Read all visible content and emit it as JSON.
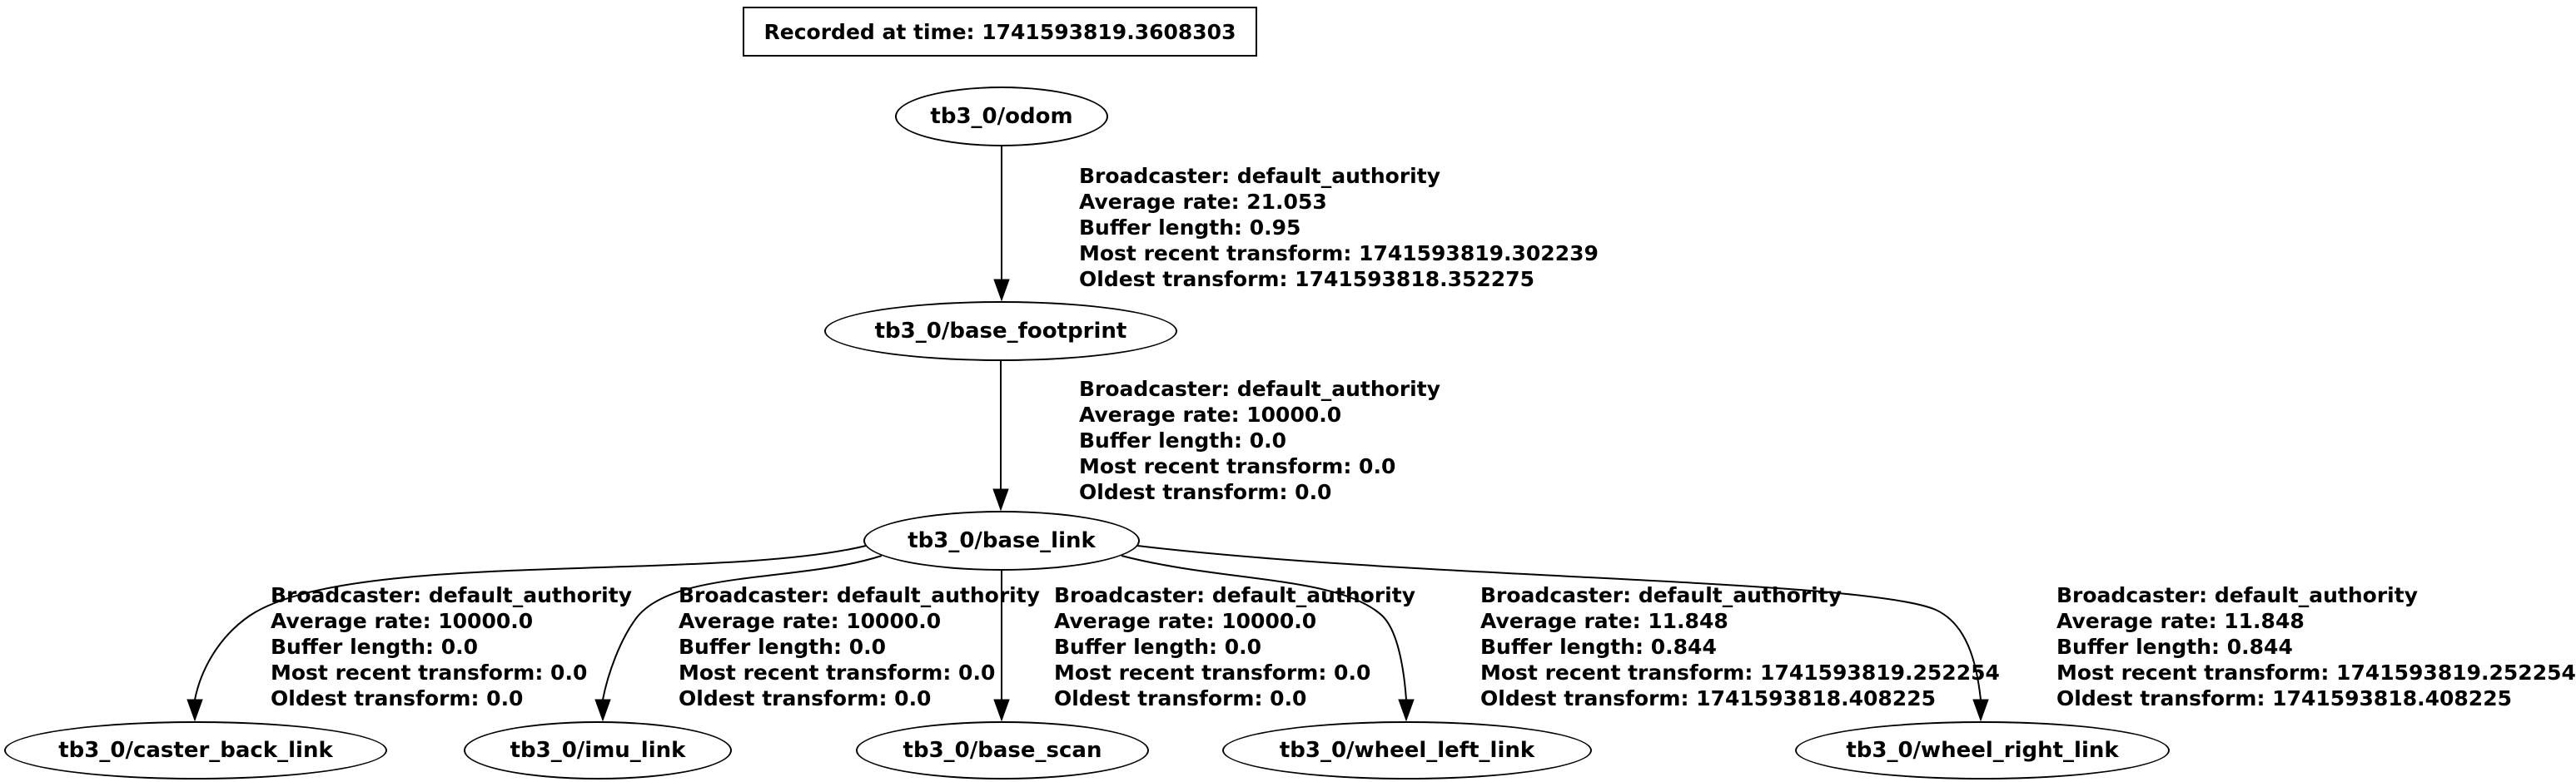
{
  "header": {
    "recorded_at": "Recorded at time: 1741593819.3608303"
  },
  "colors": {
    "stroke": "#000000",
    "background": "#ffffff",
    "text": "#000000"
  },
  "nodes": {
    "odom": "tb3_0/odom",
    "base_footprint": "tb3_0/base_footprint",
    "base_link": "tb3_0/base_link",
    "caster_back_link": "tb3_0/caster_back_link",
    "imu_link": "tb3_0/imu_link",
    "base_scan": "tb3_0/base_scan",
    "wheel_left_link": "tb3_0/wheel_left_link",
    "wheel_right_link": "tb3_0/wheel_right_link"
  },
  "edges": [
    {
      "from": "tb3_0/odom",
      "to": "tb3_0/base_footprint",
      "label_lines": [
        "Broadcaster: default_authority",
        "Average rate: 21.053",
        "Buffer length: 0.95",
        "Most recent transform: 1741593819.302239",
        "Oldest transform: 1741593818.352275"
      ]
    },
    {
      "from": "tb3_0/base_footprint",
      "to": "tb3_0/base_link",
      "label_lines": [
        "Broadcaster: default_authority",
        "Average rate: 10000.0",
        "Buffer length: 0.0",
        "Most recent transform: 0.0",
        "Oldest transform: 0.0"
      ]
    },
    {
      "from": "tb3_0/base_link",
      "to": "tb3_0/caster_back_link",
      "label_lines": [
        "Broadcaster: default_authority",
        "Average rate: 10000.0",
        "Buffer length: 0.0",
        "Most recent transform: 0.0",
        "Oldest transform: 0.0"
      ]
    },
    {
      "from": "tb3_0/base_link",
      "to": "tb3_0/imu_link",
      "label_lines": [
        "Broadcaster: default_authority",
        "Average rate: 10000.0",
        "Buffer length: 0.0",
        "Most recent transform: 0.0",
        "Oldest transform: 0.0"
      ]
    },
    {
      "from": "tb3_0/base_link",
      "to": "tb3_0/base_scan",
      "label_lines": [
        "Broadcaster: default_authority",
        "Average rate: 10000.0",
        "Buffer length: 0.0",
        "Most recent transform: 0.0",
        "Oldest transform: 0.0"
      ]
    },
    {
      "from": "tb3_0/base_link",
      "to": "tb3_0/wheel_left_link",
      "label_lines": [
        "Broadcaster: default_authority",
        "Average rate: 11.848",
        "Buffer length: 0.844",
        "Most recent transform: 1741593819.252254",
        "Oldest transform: 1741593818.408225"
      ]
    },
    {
      "from": "tb3_0/base_link",
      "to": "tb3_0/wheel_right_link",
      "label_lines": [
        "Broadcaster: default_authority",
        "Average rate: 11.848",
        "Buffer length: 0.844",
        "Most recent transform: 1741593819.252254",
        "Oldest transform: 1741593818.408225"
      ]
    }
  ]
}
